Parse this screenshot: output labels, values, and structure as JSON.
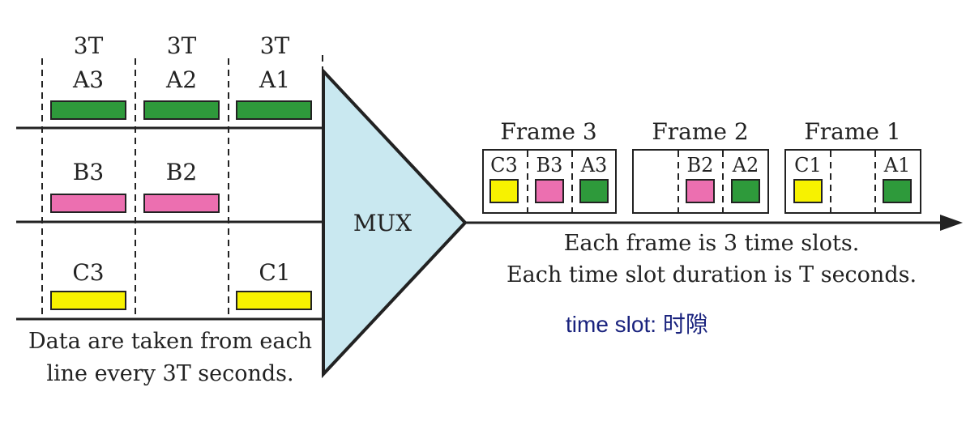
{
  "input_section": {
    "slot_duration_labels": [
      "3T",
      "3T",
      "3T"
    ],
    "lines": [
      {
        "labels": [
          "A3",
          "A2",
          "A1"
        ],
        "color": "#2e9a3b"
      },
      {
        "labels": [
          "B3",
          "B2",
          ""
        ],
        "color": "#ec6fb0"
      },
      {
        "labels": [
          "C3",
          "",
          "C1"
        ],
        "color": "#f7f200"
      }
    ],
    "caption_line1": "Data are taken from each",
    "caption_line2": "line every 3T seconds."
  },
  "mux": {
    "label": "MUX",
    "fill": "#c9e8f0"
  },
  "output_section": {
    "frames": [
      {
        "title": "Frame 3",
        "slots": [
          {
            "label": "C3",
            "color": "#f7f200"
          },
          {
            "label": "B3",
            "color": "#ec6fb0"
          },
          {
            "label": "A3",
            "color": "#2e9a3b"
          }
        ]
      },
      {
        "title": "Frame 2",
        "slots": [
          {
            "label": "",
            "color": ""
          },
          {
            "label": "B2",
            "color": "#ec6fb0"
          },
          {
            "label": "A2",
            "color": "#2e9a3b"
          }
        ]
      },
      {
        "title": "Frame 1",
        "slots": [
          {
            "label": "C1",
            "color": "#f7f200"
          },
          {
            "label": "",
            "color": ""
          },
          {
            "label": "A1",
            "color": "#2e9a3b"
          }
        ]
      }
    ],
    "note_line1": "Each frame is 3 time slots.",
    "note_line2": "Each time slot duration is T seconds."
  },
  "annotation": {
    "term": "time slot:",
    "translation": "时隙",
    "color": "#1a237e"
  }
}
